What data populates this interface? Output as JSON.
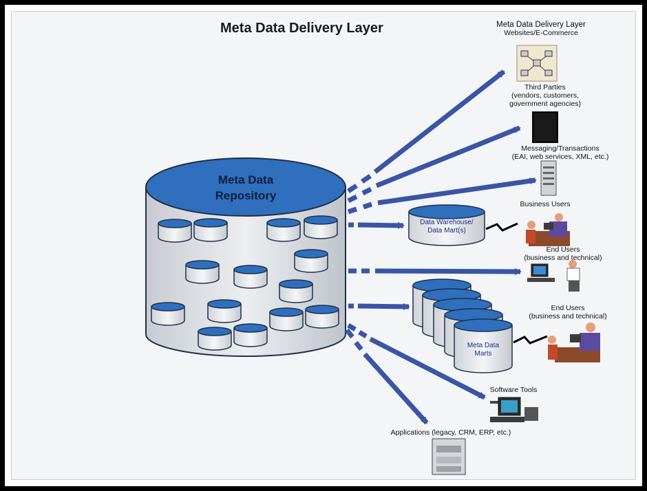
{
  "title": "Meta Data Delivery Layer",
  "repository": {
    "line1": "Meta Data",
    "line2": "Repository"
  },
  "destinations": {
    "websites": {
      "line1": "Meta Data Delivery Layer",
      "line2": "Websites/E-Commerce"
    },
    "third_parties": {
      "line1": "Third Parties",
      "line2": "(vendors, customers,",
      "line3": "government agencies)"
    },
    "messaging": {
      "line1": "Messaging/Transactions",
      "line2": "(EAI, web services, XML, etc.)"
    },
    "business_users": {
      "line1": "Business Users"
    },
    "data_warehouse": {
      "line1": "Data Warehouse/",
      "line2": "Data Mart(s)"
    },
    "end_users_1": {
      "line1": "End Users",
      "line2": "(business and technical)"
    },
    "end_users_2": {
      "line1": "End Users",
      "line2": "(business and technical)"
    },
    "meta_data_marts": {
      "line1": "Meta Data",
      "line2": "Marts"
    },
    "software_tools": {
      "line1": "Software Tools"
    },
    "applications": {
      "line1": "Applications (legacy, CRM, ERP, etc.)"
    }
  },
  "colors": {
    "arrow": "#3a55a6",
    "db_top": "#2f6fbd",
    "db_body": "#d6d9de",
    "outline": "#1f2f4a"
  },
  "icons": [
    "network-icon",
    "server-icon",
    "file-cabinet-icon",
    "people-icon",
    "workstation-icon",
    "computer-icon",
    "printer-icon"
  ]
}
